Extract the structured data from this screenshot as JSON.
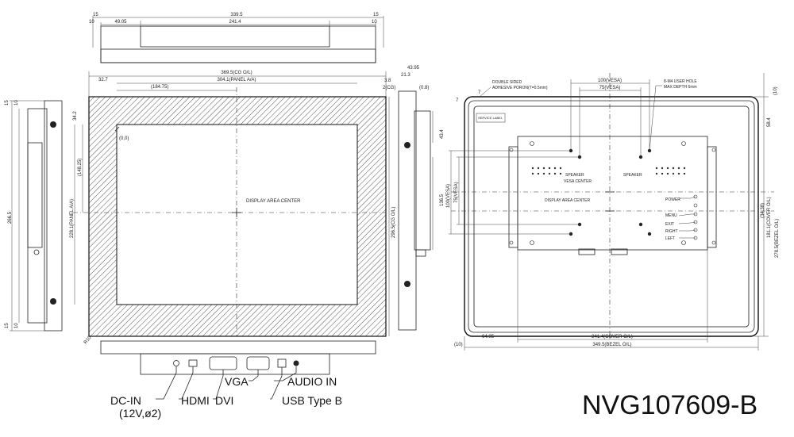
{
  "model": "NVG107609-B",
  "top_view": {
    "dims": {
      "overall": "339.5",
      "left_a": "15",
      "left_b": "10",
      "offset": "49.05",
      "inner": "241.4",
      "right_a": "15",
      "right_b": "10"
    }
  },
  "front_view": {
    "dims": {
      "cg": "369.5(CG O/L)",
      "panel_aa": "304.1(PANEL A/A)",
      "left": "32.7",
      "half": "(184.75)",
      "top_offset": "34.2",
      "origin": "(0,0)",
      "half_v": "(148.25)",
      "panel_v": "228.1(PANEL A/A)",
      "cg_v": "296.5(CG O/L)",
      "corner": "R10",
      "side_a": "3.8",
      "side_b": "2(CG)",
      "side_c": "(0.8)",
      "depth_a": "43.95",
      "depth_b": "21.3",
      "side_h": "43.4",
      "side_total": "266.5",
      "left_top1": "15",
      "left_top2": "10",
      "left_bot1": "15",
      "left_bot2": "10",
      "side_v": "136.5"
    },
    "center_label": "DISPLAY AREA CENTER"
  },
  "rear_view": {
    "labels": {
      "adhesive_1": "DOUBLE SIDED",
      "adhesive_2": "ADHESIVE PORON(T=0.5mm)",
      "user_hole_1": "8-M4 USER HOLE",
      "user_hole_2": "MAX DEPTH 6mm",
      "vesa100": "100(VESA)",
      "vesa75": "75(VESA)",
      "speaker_l": "SPEAKER",
      "speaker_r": "SPEAKER",
      "vesa_center": "VESA CENTER",
      "display_center": "DISPLAY AREA CENTER",
      "power": "POWER",
      "menu": "MENU",
      "exit": "EXIT",
      "right": "RIGHT",
      "left": "LEFT",
      "sticker": "SERVICE LABEL"
    },
    "dims": {
      "top_left": "7",
      "left_mark": "7",
      "right_top": "(10)",
      "right_58": "58.4",
      "right_cover_v": "181.1(COVER O/L)",
      "right_bezel_v": "278.5(BEZEL O/L)",
      "right_mid": "(34.38)",
      "left_100": "100(VESA)",
      "left_75": "75(VESA)",
      "bottom_10": "(10)",
      "bottom_64": "64.05",
      "cover_w": "241.4(COVER O/L)",
      "bezel_w": "349.5(BEZEL O/L)"
    }
  },
  "connectors": {
    "dc_in": "DC-IN",
    "dc_spec": "(12V,ø2)",
    "hdmi": "HDMI",
    "dvi": "DVI",
    "vga": "VGA",
    "usb": "USB Type B",
    "audio": "AUDIO IN"
  }
}
